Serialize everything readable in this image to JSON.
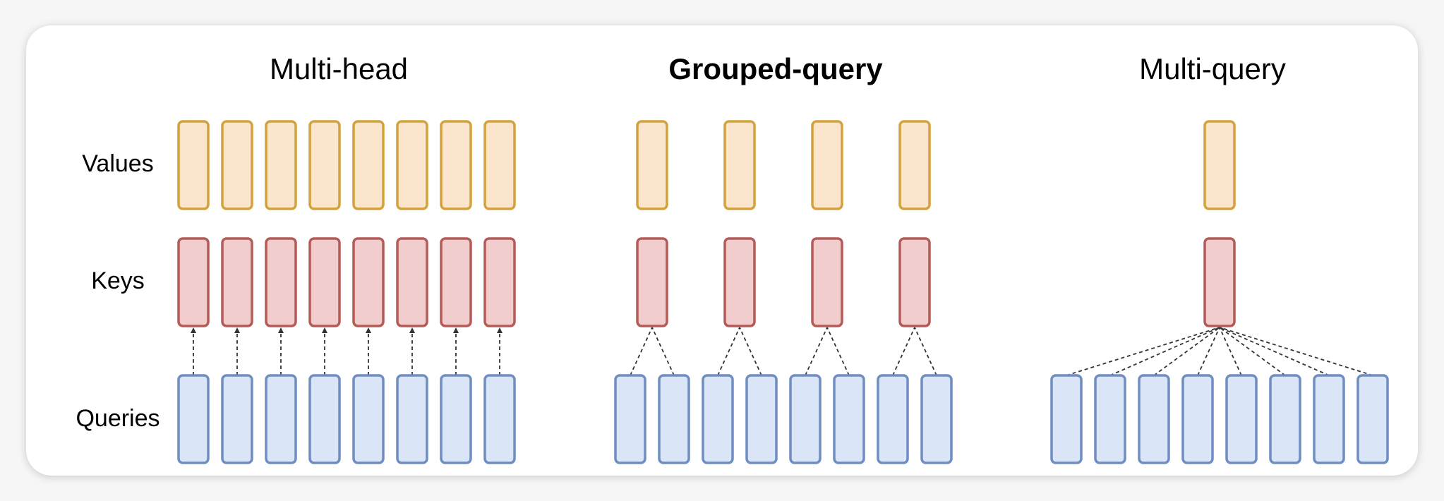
{
  "row_labels": {
    "values": "Values",
    "keys": "Keys",
    "queries": "Queries"
  },
  "panels": [
    {
      "title": "Multi-head",
      "bold": false,
      "num_queries": 8,
      "num_kv_heads": 8
    },
    {
      "title": "Grouped-query",
      "bold": true,
      "num_queries": 8,
      "num_kv_heads": 4
    },
    {
      "title": "Multi-query",
      "bold": false,
      "num_queries": 8,
      "num_kv_heads": 1
    }
  ],
  "colors": {
    "values_fill": "#fbe5cc",
    "values_stroke": "#d3a23c",
    "keys_fill": "#f2cdcd",
    "keys_stroke": "#b45a57",
    "queries_fill": "#dae6f8",
    "queries_stroke": "#6f8dc1",
    "connector": "#333333"
  }
}
